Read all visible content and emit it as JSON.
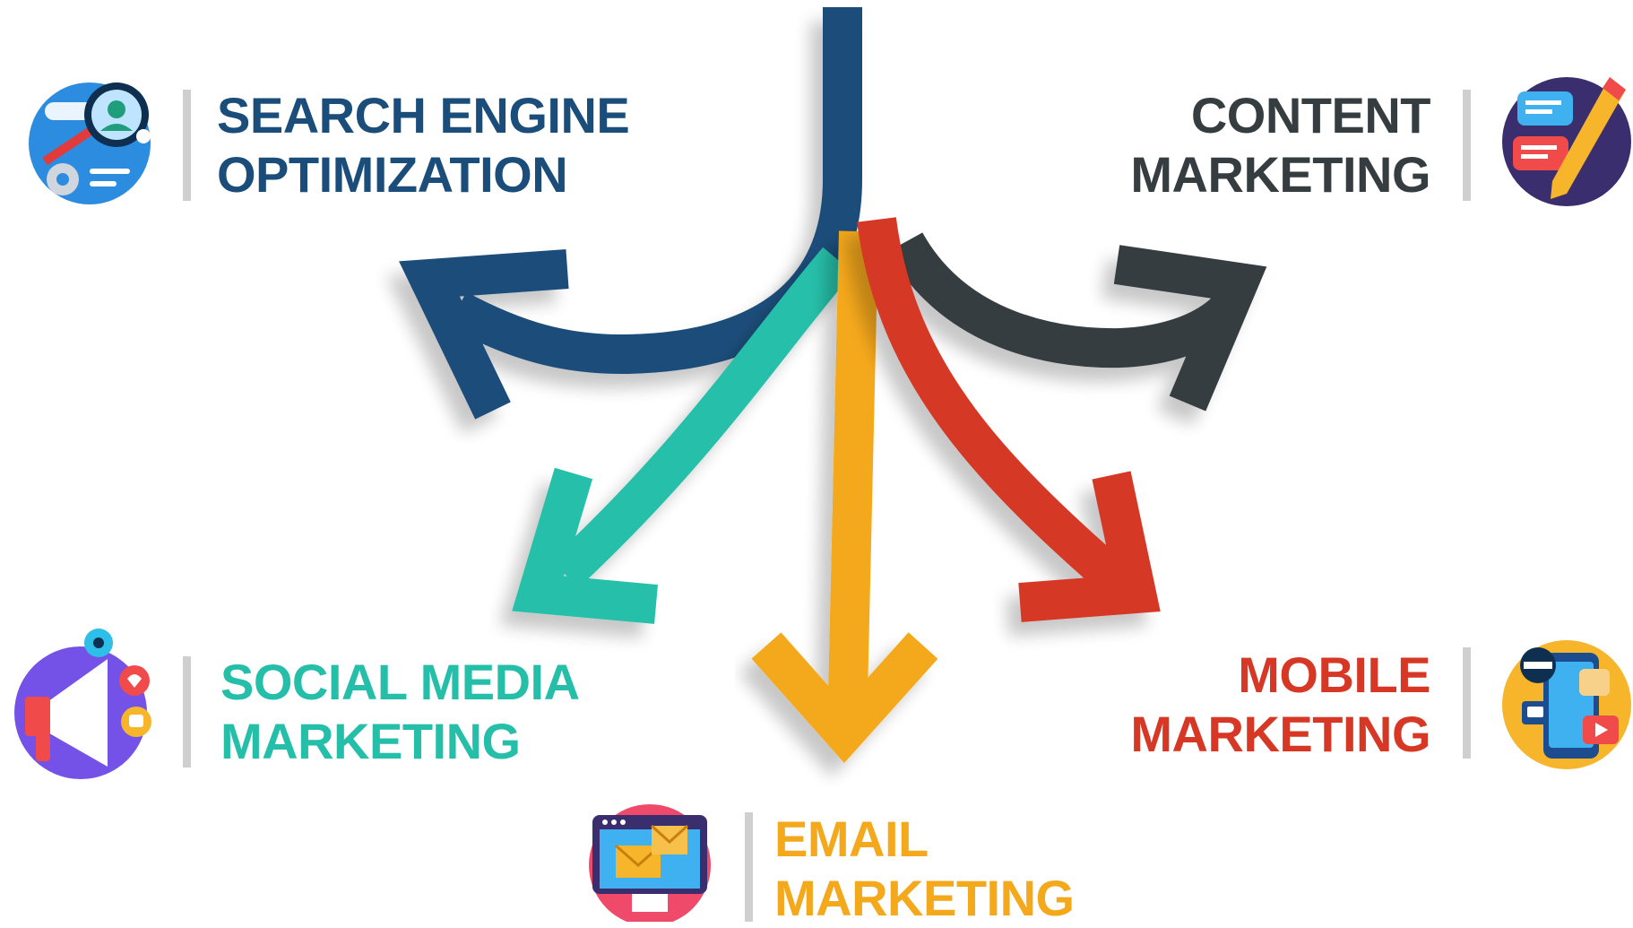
{
  "colors": {
    "seo": "#1b4d7a",
    "content": "#363d40",
    "social": "#25bfa9",
    "email": "#f4a81c",
    "mobile": "#d63825",
    "divider": "#cfcfcf"
  },
  "items": [
    {
      "key": "seo",
      "line1": "SEARCH ENGINE",
      "line2": "OPTIMIZATION",
      "icon": "seo-magnifier-icon"
    },
    {
      "key": "content",
      "line1": "CONTENT",
      "line2": "MARKETING",
      "icon": "content-pencil-icon"
    },
    {
      "key": "social",
      "line1": "SOCIAL MEDIA",
      "line2": "MARKETING",
      "icon": "megaphone-icon"
    },
    {
      "key": "mobile",
      "line1": "MOBILE",
      "line2": "MARKETING",
      "icon": "mobile-phone-icon"
    },
    {
      "key": "email",
      "line1": "EMAIL",
      "line2": "MARKETING",
      "icon": "email-monitor-icon"
    }
  ]
}
